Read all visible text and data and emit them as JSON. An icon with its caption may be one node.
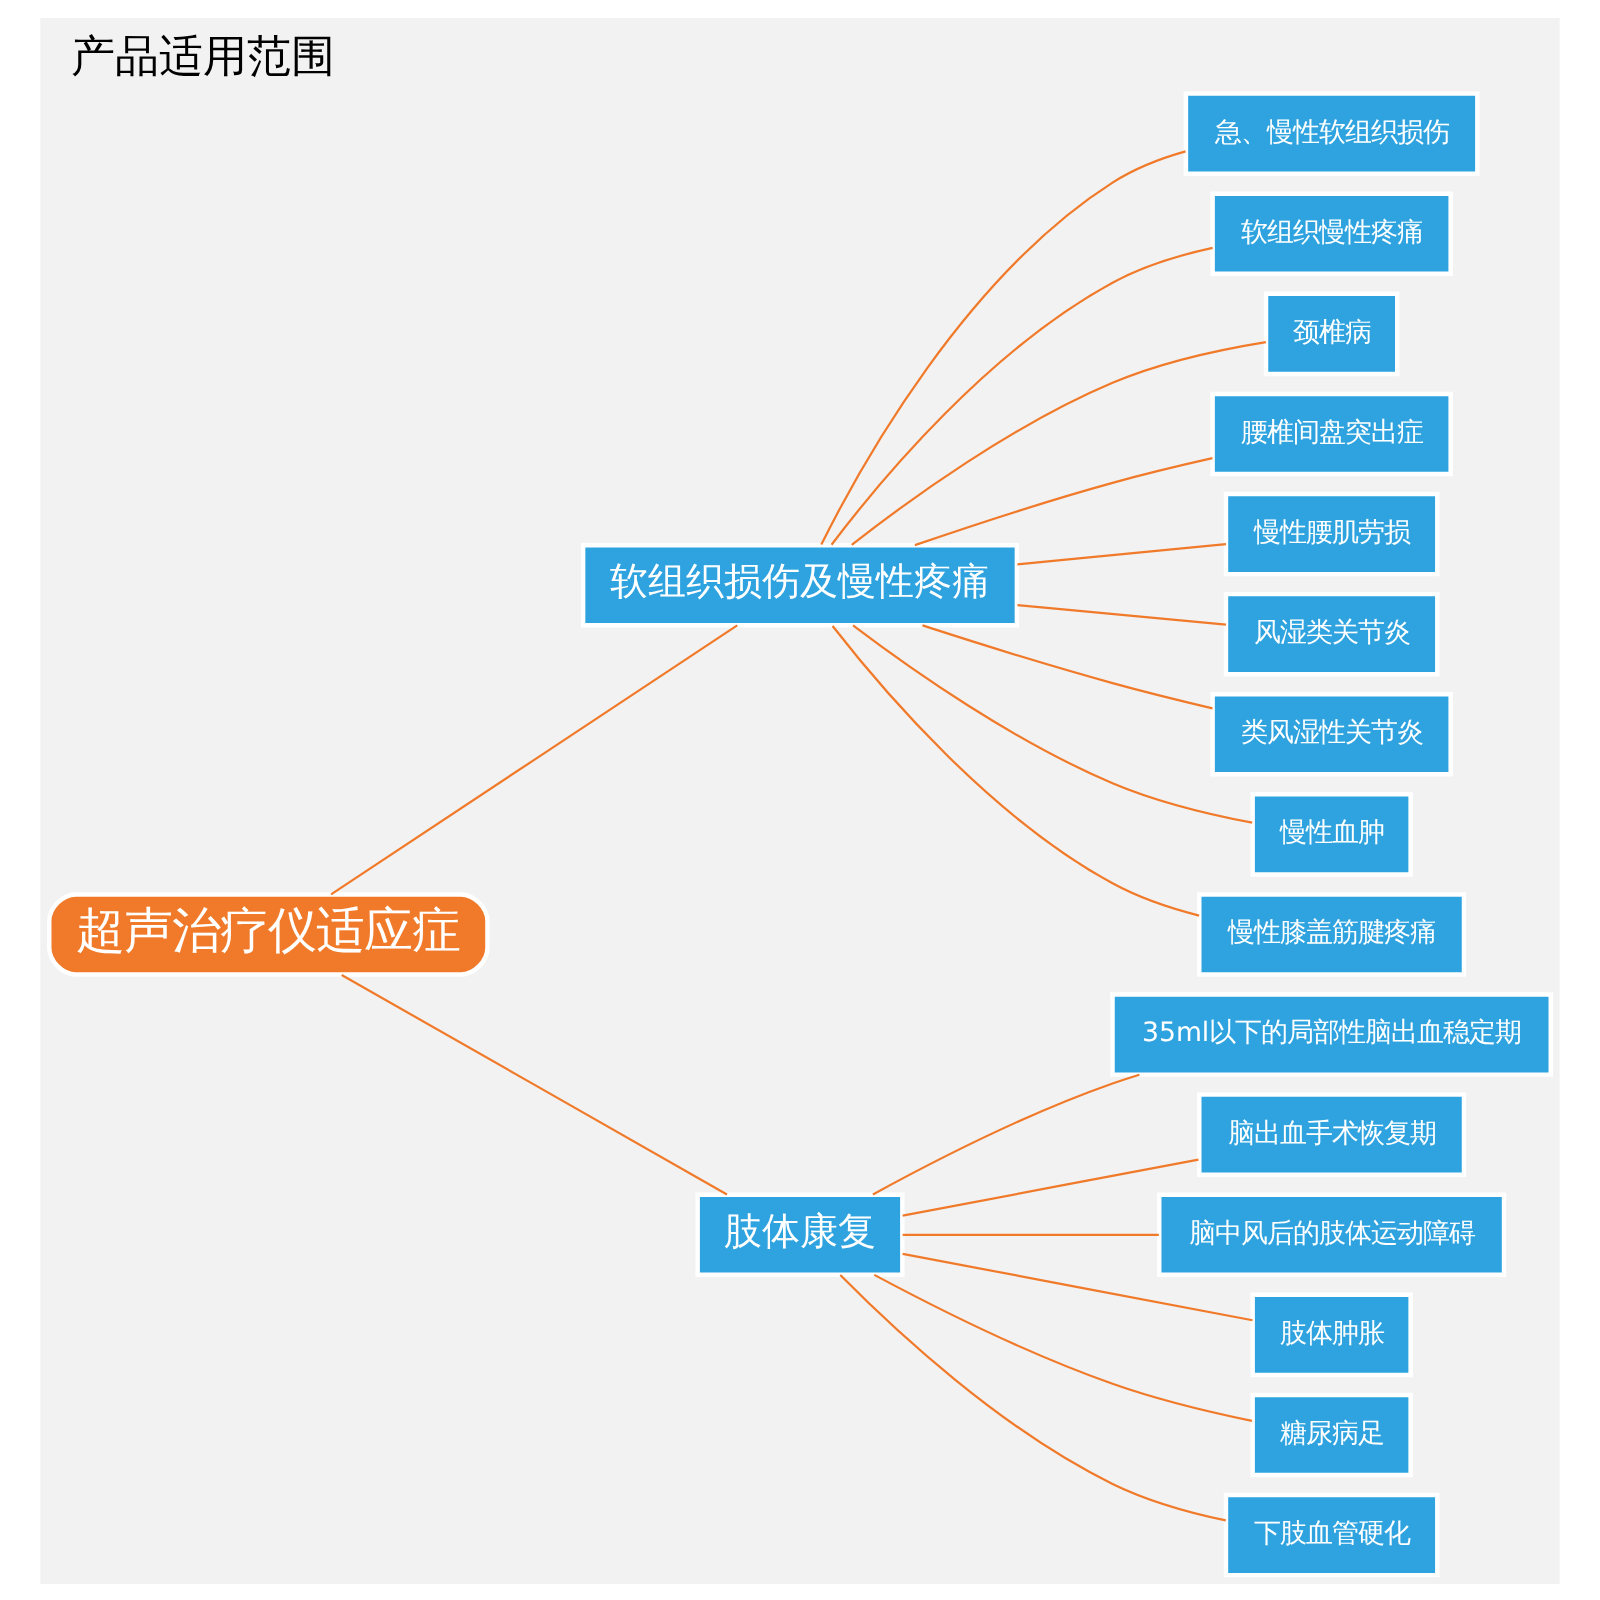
{
  "diagram": {
    "title": "产品适用范围",
    "nodes": [
      {
        "text": [
          "超声治疗仪适应症"
        ]
      },
      {
        "text": [
          "软组织损伤及慢性疼痛"
        ]
      },
      {
        "text": [
          "急、慢性软组织损伤"
        ]
      },
      {
        "text": [
          "软组织慢性疼痛"
        ]
      },
      {
        "text": [
          "颈椎病"
        ]
      },
      {
        "text": [
          "腰椎间盘突出症"
        ]
      },
      {
        "text": [
          "慢性腰肌劳损"
        ]
      },
      {
        "text": [
          "风湿类关节炎"
        ]
      },
      {
        "text": [
          "类风湿性关节炎"
        ]
      },
      {
        "text": [
          "慢性血肿"
        ]
      },
      {
        "text": [
          "慢性膝盖筋腱疼痛"
        ]
      },
      {
        "text": [
          "肢体康复"
        ]
      },
      {
        "text": [
          "35ml以下的局部性脑出血稳定期"
        ]
      },
      {
        "text": [
          "脑出血手术恢复期"
        ]
      },
      {
        "text": [
          "脑中风后的肢体运动障碍"
        ]
      },
      {
        "text": [
          "肢体肿胀"
        ]
      },
      {
        "text": [
          "糖尿病足"
        ]
      },
      {
        "text": [
          "下肢血管硬化"
        ]
      }
    ],
    "edges": [
      {
        "from": 0,
        "to": 1,
        "arrow": "none"
      },
      {
        "from": 0,
        "to": 11,
        "arrow": "none"
      },
      {
        "from": 1,
        "to": 2,
        "arrow": "none"
      },
      {
        "from": 1,
        "to": 3,
        "arrow": "none"
      },
      {
        "from": 1,
        "to": 4,
        "arrow": "none"
      },
      {
        "from": 1,
        "to": 5,
        "arrow": "none"
      },
      {
        "from": 1,
        "to": 6,
        "arrow": "none"
      },
      {
        "from": 1,
        "to": 7,
        "arrow": "none"
      },
      {
        "from": 1,
        "to": 8,
        "arrow": "none"
      },
      {
        "from": 1,
        "to": 9,
        "arrow": "none"
      },
      {
        "from": 1,
        "to": 10,
        "arrow": "none"
      },
      {
        "from": 11,
        "to": 12,
        "arrow": "none"
      },
      {
        "from": 11,
        "to": 13,
        "arrow": "none"
      },
      {
        "from": 11,
        "to": 14,
        "arrow": "none"
      },
      {
        "from": 11,
        "to": 15,
        "arrow": "none"
      },
      {
        "from": 11,
        "to": 16,
        "arrow": "none"
      },
      {
        "from": 11,
        "to": 17,
        "arrow": "none"
      }
    ]
  }
}
